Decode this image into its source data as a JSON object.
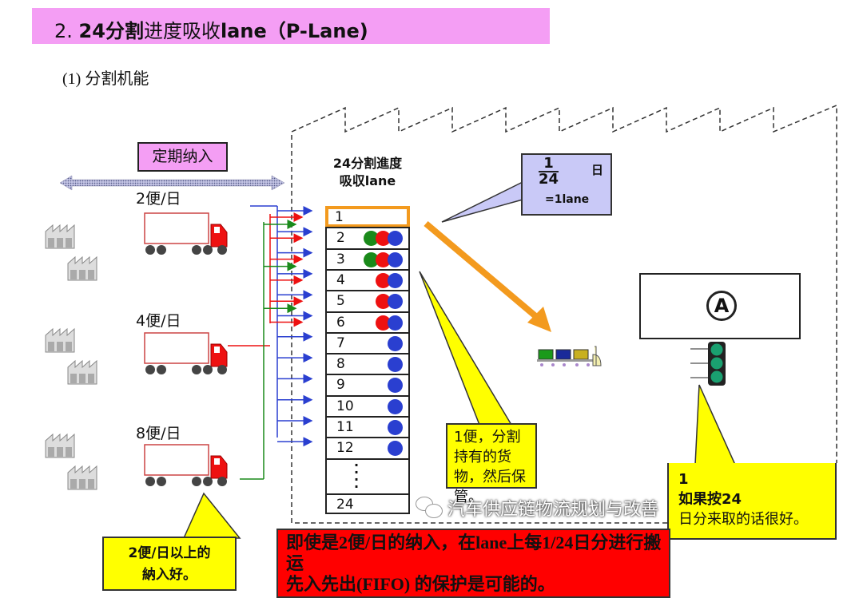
{
  "title": {
    "number": "2.",
    "bold": "24分割",
    "rest": "进度吸收",
    "bold2": "lane（P-Lane)"
  },
  "subtitle": "(1) 分割机能",
  "delivery_label": "定期纳入",
  "trucks": [
    {
      "freq": "2便/日"
    },
    {
      "freq": "4便/日"
    },
    {
      "freq": "8便/日"
    }
  ],
  "lane_title": {
    "line1": "24分割進度",
    "line2": "吸収lane"
  },
  "lanes": [
    {
      "n": "1",
      "dots": []
    },
    {
      "n": "2",
      "dots": [
        "#1a8a1a",
        "#ee1111",
        "#2a3fd0"
      ]
    },
    {
      "n": "3",
      "dots": [
        "#1a8a1a",
        "#ee1111",
        "#2a3fd0"
      ]
    },
    {
      "n": "4",
      "dots": [
        "#ee1111",
        "#2a3fd0"
      ]
    },
    {
      "n": "5",
      "dots": [
        "#ee1111",
        "#2a3fd0"
      ]
    },
    {
      "n": "6",
      "dots": [
        "#ee1111",
        "#2a3fd0"
      ]
    },
    {
      "n": "7",
      "dots": [
        "#2a3fd0"
      ]
    },
    {
      "n": "8",
      "dots": [
        "#2a3fd0"
      ]
    },
    {
      "n": "9",
      "dots": [
        "#2a3fd0"
      ]
    },
    {
      "n": "10",
      "dots": [
        "#2a3fd0"
      ]
    },
    {
      "n": "11",
      "dots": [
        "#2a3fd0"
      ]
    },
    {
      "n": "12",
      "dots": [
        "#2a3fd0"
      ]
    }
  ],
  "last_lane": "24",
  "fraction_callout": {
    "numerator": "1",
    "denominator": "24",
    "unit": "日",
    "eq": "=1lane"
  },
  "station_label": "A",
  "callout_hold": "1便，分割持有的货物，然后保管。",
  "callout_pickup": {
    "overlap": "1",
    "text": "日分来取的话很好。",
    "overlap2": "如果按24"
  },
  "callout_left": {
    "line1": "2便/日以上的",
    "line2": "納入好。"
  },
  "banner": {
    "line1": "即使是2便/日的纳入，在lane上每1/24日分进行搬运",
    "line2": "先入先出(FIFO) 的保护是可能的。"
  },
  "watermark": "汽车供应链物流规划与改善",
  "colors": {
    "pink": "#f49ef4",
    "orange": "#f39a1e",
    "yellow": "#ffff00",
    "red": "#ff0000",
    "purple": "#c9c9f7"
  }
}
